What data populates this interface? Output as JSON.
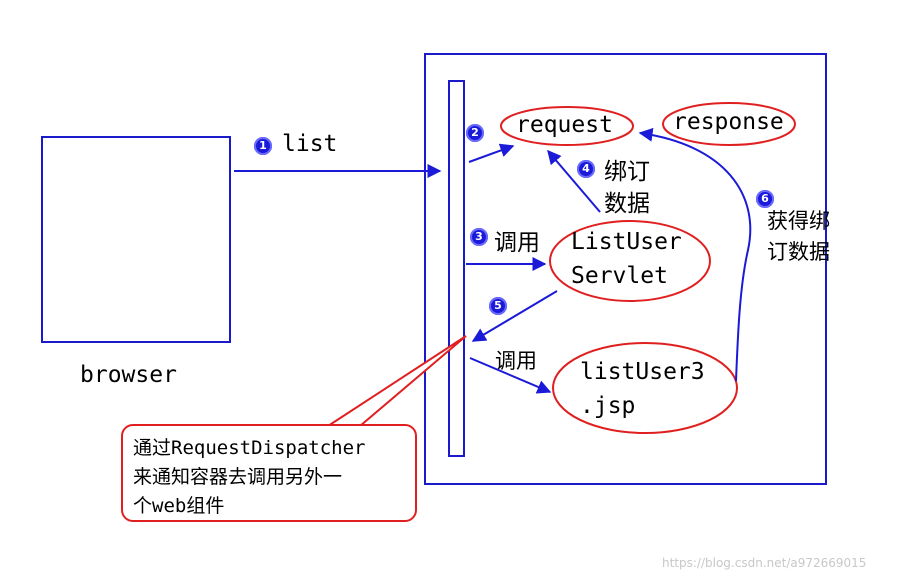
{
  "labels": {
    "list": "list",
    "browser": "browser",
    "request": "request",
    "response": "response",
    "listuser_line1": "ListUser",
    "listuser_line2": "Servlet",
    "jsp_line1": "listUser3",
    "jsp_line2": ".jsp",
    "bind_line1": "绑订",
    "bind_line2": "数据",
    "call_3": "调用",
    "call_jsp": "调用",
    "get_line1": "获得绑",
    "get_line2": "订数据"
  },
  "badges": [
    "1",
    "2",
    "3",
    "4",
    "5",
    "6"
  ],
  "callout": {
    "line1": "通过RequestDispatcher",
    "line2": "来通知容器去调用另外一",
    "line3": "个web组件"
  },
  "watermark": "https://blog.csdn.net/a972669015",
  "colors": {
    "box_border": "#1a1acc",
    "arrow": "#1a1ad8",
    "ellipse": "#e02020",
    "badge_fill": "#1a1ad8"
  }
}
